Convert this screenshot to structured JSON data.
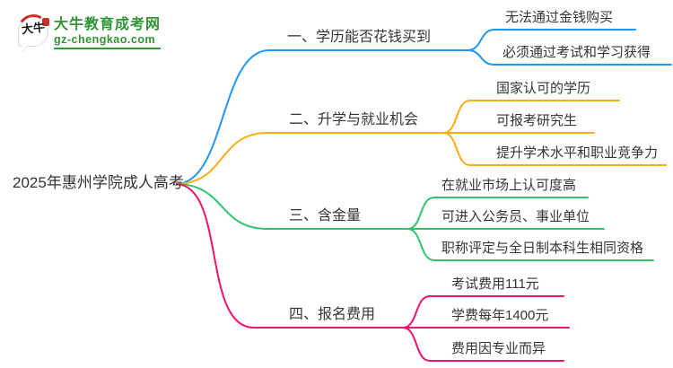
{
  "logo": {
    "brand": "大牛教育成考网",
    "domain": "gz-chengkao.com",
    "mark_text": "大牛",
    "brand_color": "#2e9434",
    "seal_color": "#c5322b"
  },
  "central": {
    "title": "2025年惠州学院成人高考"
  },
  "branches": [
    {
      "label": "一、学历能否花钱买到",
      "color": "#2196f3",
      "children": [
        "无法通过金钱购买",
        "必须通过考试和学习获得"
      ]
    },
    {
      "label": "二、升学与就业机会",
      "color": "#fbad18",
      "children": [
        "国家认可的学历",
        "可报考研究生",
        "提升学术水平和职业竞争力"
      ]
    },
    {
      "label": "三、含金量",
      "color": "#2ec56f",
      "children": [
        "在就业市场上认可度高",
        "可进入公务员、事业单位",
        "职称评定与全日制本科生相同资格"
      ]
    },
    {
      "label": "四、报名费用",
      "color": "#f0126e",
      "children": [
        "考试费用111元",
        "学费每年1400元",
        "费用因专业而异"
      ]
    }
  ]
}
